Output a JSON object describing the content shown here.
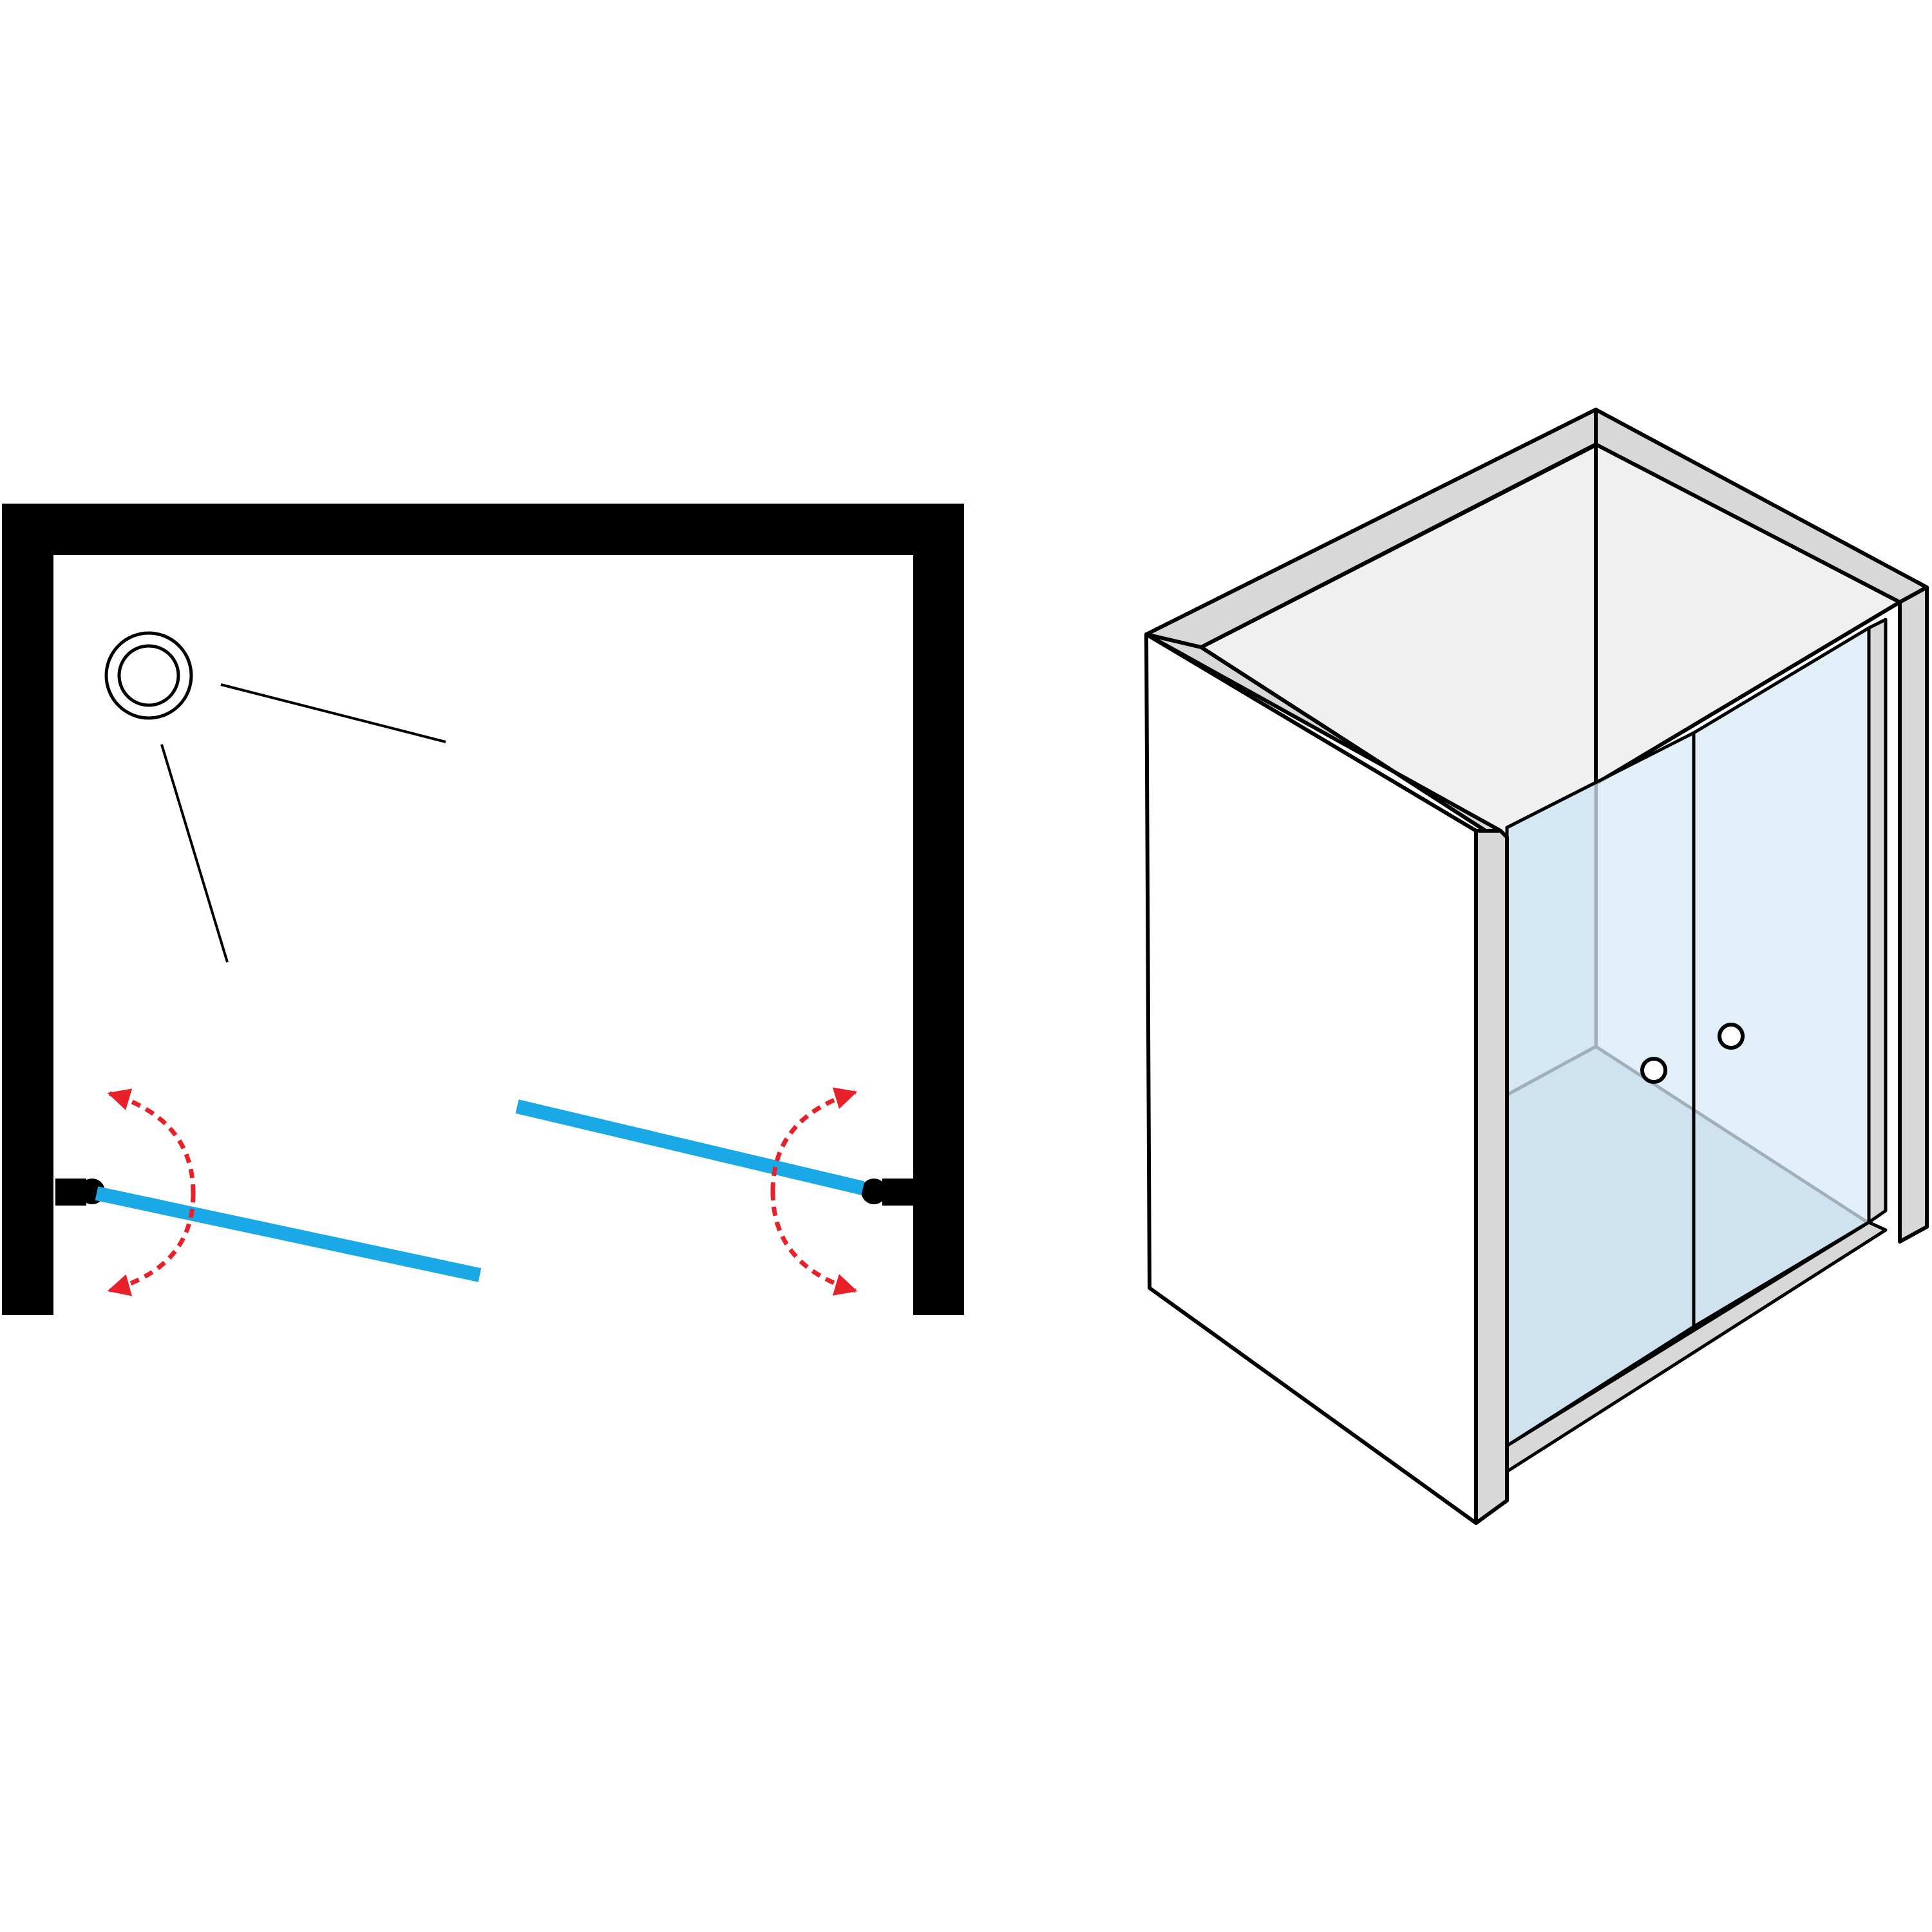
{
  "colors": {
    "wall": "#000000",
    "door_glass_plan": "#1aa9e6",
    "swing_arrow": "#e8202a",
    "panel_glass": "#d6eaf6",
    "panel_glass_side": "#cfe1ee",
    "tray_floor": "#b9cfdc",
    "wall_top_fill": "#f0f0f0",
    "profile_fill": "#d8d8d8",
    "outline": "#000000",
    "background": "#ffffff"
  },
  "plan_view": {
    "drain": {
      "icon": "drain-icon"
    },
    "doors": [
      {
        "side": "left",
        "hinge": "wall-hinge",
        "opens": "both-ways"
      },
      {
        "side": "right",
        "hinge": "wall-hinge",
        "opens": "both-ways"
      }
    ]
  },
  "iso_view": {
    "panels": [
      {
        "side": "left",
        "knob": true
      },
      {
        "side": "right",
        "knob": true
      }
    ]
  }
}
